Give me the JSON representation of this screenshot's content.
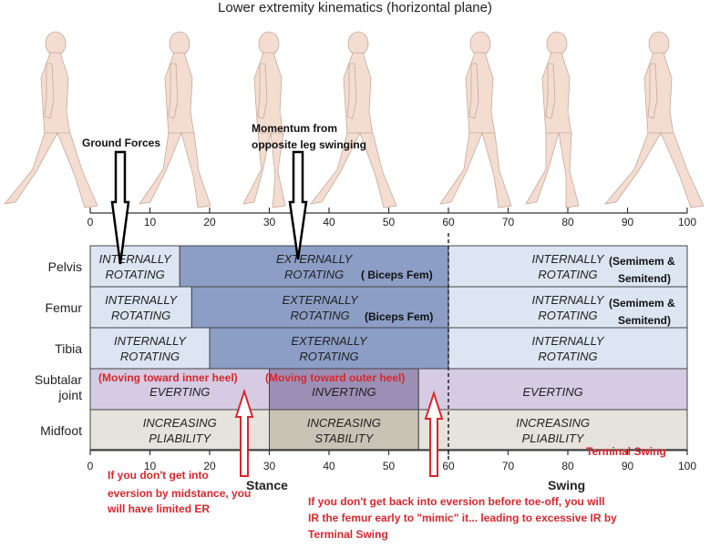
{
  "title": "Lower extremity kinematics (horizontal plane)",
  "axis_ticks": [
    "0",
    "10",
    "20",
    "30",
    "40",
    "50",
    "60",
    "70",
    "80",
    "90",
    "100"
  ],
  "rows": [
    {
      "label": "Pelvis",
      "cells": [
        {
          "start": 0,
          "end": 15,
          "line1": "INTERNALLY",
          "line2": "ROTATING",
          "fill": "#dce6f3"
        },
        {
          "start": 15,
          "end": 60,
          "line1": "EXTERNALLY",
          "line2": "ROTATING",
          "fill": "#8c9ec6"
        },
        {
          "start": 60,
          "end": 100,
          "line1": "INTERNALLY",
          "line2": "ROTATING",
          "fill": "#dce6f3"
        }
      ]
    },
    {
      "label": "Femur",
      "cells": [
        {
          "start": 0,
          "end": 17,
          "line1": "INTERNALLY",
          "line2": "ROTATING",
          "fill": "#dce6f3"
        },
        {
          "start": 17,
          "end": 60,
          "line1": "EXTERNALLY",
          "line2": "ROTATING",
          "fill": "#8c9ec6"
        },
        {
          "start": 60,
          "end": 100,
          "line1": "INTERNALLY",
          "line2": "ROTATING",
          "fill": "#dce6f3"
        }
      ]
    },
    {
      "label": "Tibia",
      "cells": [
        {
          "start": 0,
          "end": 20,
          "line1": "INTERNALLY",
          "line2": "ROTATING",
          "fill": "#dce6f3"
        },
        {
          "start": 20,
          "end": 60,
          "line1": "EXTERNALLY",
          "line2": "ROTATING",
          "fill": "#8c9ec6"
        },
        {
          "start": 60,
          "end": 100,
          "line1": "INTERNALLY",
          "line2": "ROTATING",
          "fill": "#dce6f3"
        }
      ]
    },
    {
      "label": "Subtalar joint",
      "label_lines": [
        "Subtalar",
        "joint"
      ],
      "cells": [
        {
          "start": 0,
          "end": 30,
          "line1": "EVERTING",
          "line2": "",
          "fill": "#d5cbe3"
        },
        {
          "start": 30,
          "end": 55,
          "line1": "INVERTING",
          "line2": "",
          "fill": "#9c8fb5"
        },
        {
          "start": 55,
          "end": 100,
          "line1": "EVERTING",
          "line2": "",
          "fill": "#d5cbe3"
        }
      ]
    },
    {
      "label": "Midfoot",
      "cells": [
        {
          "start": 0,
          "end": 30,
          "line1": "INCREASING",
          "line2": "PLIABILITY",
          "fill": "#e6e3dc"
        },
        {
          "start": 30,
          "end": 55,
          "line1": "INCREASING",
          "line2": "STABILITY",
          "fill": "#c8c3b5"
        },
        {
          "start": 55,
          "end": 100,
          "line1": "INCREASING",
          "line2": "PLIABILITY",
          "fill": "#e6e3dc"
        }
      ]
    }
  ],
  "annotations": {
    "ground_forces": "Ground Forces",
    "momentum_line1": "Momentum from",
    "momentum_line2": "opposite leg swinging",
    "biceps_pelvis": "( Biceps Fem)",
    "biceps_femur": "(Biceps Fem)",
    "semimem_pelvis_line1": "(Semimem &",
    "semimem_pelvis_line2": "Semitend)",
    "semimem_femur_line1": "(Semimem &",
    "semimem_femur_line2": "Semitend)",
    "inner_heel": "(Moving toward inner heel)",
    "outer_heel": "(Moving toward outer heel)",
    "terminal_swing": "Terminal Swing",
    "midstance_line1": "If you don't get into",
    "midstance_line2": "eversion by midstance, you",
    "midstance_line3": "will have limited ER",
    "toeoff_line1": "If you don't get back into eversion before toe-off, you will",
    "toeoff_line2": "IR the femur early to \"mimic\" it... leading to excessive IR by",
    "toeoff_line3": "Terminal Swing"
  },
  "phases": {
    "stance": "Stance",
    "swing": "Swing"
  },
  "colors": {
    "accent_red": "#d9262b",
    "figure_skin": "#f3ddd0"
  }
}
